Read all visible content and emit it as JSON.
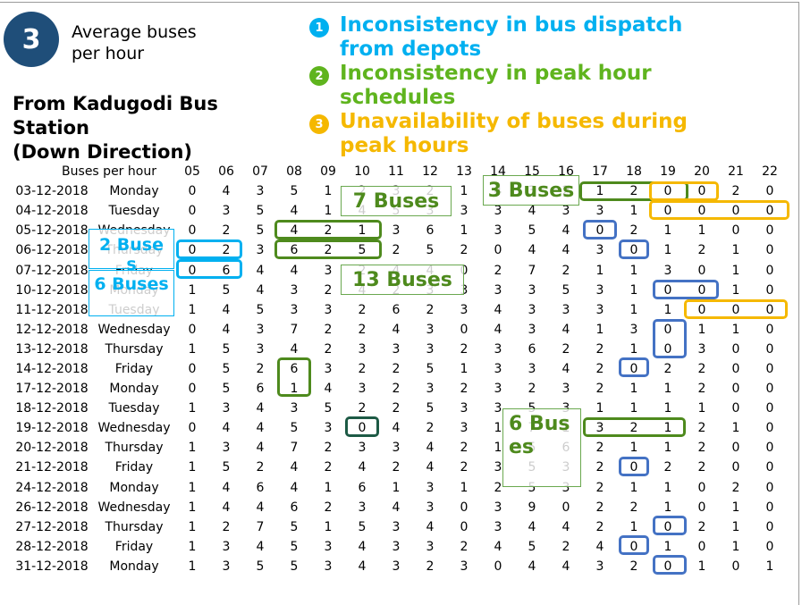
{
  "badge": {
    "number": "3"
  },
  "avg_label": {
    "line1": "Average buses",
    "line2": "per hour"
  },
  "issues": [
    {
      "num": "1",
      "line1": "Inconsistency in bus dispatch",
      "line2": "from depots",
      "color": "#00b0f0"
    },
    {
      "num": "2",
      "line1": "Inconsistency in peak hour",
      "line2": "schedules",
      "color": "#5fb41e"
    },
    {
      "num": "3",
      "line1": "Unavailability of buses during",
      "line2": "peak hours",
      "color": "#f5b800"
    }
  ],
  "title": {
    "line1": "From Kadugodi Bus",
    "line2": "Station",
    "line3": "(Down Direction)"
  },
  "table": {
    "header_label": "Buses per hour",
    "hours": [
      "05",
      "06",
      "07",
      "08",
      "09",
      "10",
      "11",
      "12",
      "13",
      "14",
      "15",
      "16",
      "17",
      "18",
      "19",
      "20",
      "21",
      "22"
    ],
    "rows": [
      {
        "date": "03-12-2018",
        "day": "Monday",
        "values": [
          "0",
          "4",
          "3",
          "5",
          "1",
          "2",
          "3",
          "2",
          "1",
          "4",
          "3",
          "2",
          "1",
          "2",
          "0",
          "0",
          "2",
          "0"
        ]
      },
      {
        "date": "04-12-2018",
        "day": "Tuesday",
        "values": [
          "0",
          "3",
          "5",
          "4",
          "1",
          "4",
          "5",
          "3",
          "3",
          "3",
          "4",
          "3",
          "3",
          "1",
          "0",
          "0",
          "0",
          "0"
        ]
      },
      {
        "date": "05-12-2018",
        "day": "Wednesday",
        "values": [
          "0",
          "2",
          "5",
          "4",
          "2",
          "1",
          "3",
          "6",
          "1",
          "3",
          "5",
          "4",
          "0",
          "2",
          "1",
          "1",
          "0",
          "0"
        ]
      },
      {
        "date": "06-12-2018",
        "day": "Thursday",
        "values": [
          "0",
          "2",
          "3",
          "6",
          "2",
          "5",
          "2",
          "5",
          "2",
          "0",
          "4",
          "4",
          "3",
          "0",
          "1",
          "2",
          "1",
          "0"
        ]
      },
      {
        "date": "07-12-2018",
        "day": "Friday",
        "values": [
          "0",
          "6",
          "4",
          "4",
          "3",
          "2",
          "4",
          "4",
          "0",
          "2",
          "7",
          "2",
          "1",
          "1",
          "3",
          "0",
          "1",
          "0"
        ]
      },
      {
        "date": "10-12-2018",
        "day": "Monday",
        "values": [
          "1",
          "5",
          "4",
          "3",
          "2",
          "4",
          "2",
          "3",
          "3",
          "3",
          "3",
          "5",
          "3",
          "1",
          "0",
          "0",
          "1",
          "0"
        ]
      },
      {
        "date": "11-12-2018",
        "day": "Tuesday",
        "values": [
          "1",
          "4",
          "5",
          "3",
          "3",
          "2",
          "6",
          "2",
          "3",
          "4",
          "3",
          "3",
          "3",
          "1",
          "1",
          "0",
          "0",
          "0"
        ]
      },
      {
        "date": "12-12-2018",
        "day": "Wednesday",
        "values": [
          "0",
          "4",
          "3",
          "7",
          "2",
          "2",
          "4",
          "3",
          "0",
          "4",
          "3",
          "4",
          "1",
          "3",
          "0",
          "1",
          "1",
          "0"
        ]
      },
      {
        "date": "13-12-2018",
        "day": "Thursday",
        "values": [
          "1",
          "5",
          "3",
          "4",
          "2",
          "3",
          "3",
          "3",
          "2",
          "3",
          "6",
          "2",
          "2",
          "1",
          "0",
          "3",
          "0",
          "0"
        ]
      },
      {
        "date": "14-12-2018",
        "day": "Friday",
        "values": [
          "0",
          "5",
          "2",
          "6",
          "3",
          "2",
          "2",
          "5",
          "1",
          "3",
          "3",
          "4",
          "2",
          "0",
          "2",
          "2",
          "0",
          "0"
        ]
      },
      {
        "date": "17-12-2018",
        "day": "Monday",
        "values": [
          "0",
          "5",
          "6",
          "1",
          "4",
          "3",
          "2",
          "3",
          "2",
          "3",
          "2",
          "3",
          "2",
          "1",
          "1",
          "2",
          "0",
          "0"
        ]
      },
      {
        "date": "18-12-2018",
        "day": "Tuesday",
        "values": [
          "1",
          "3",
          "4",
          "3",
          "5",
          "2",
          "2",
          "5",
          "3",
          "3",
          "5",
          "3",
          "1",
          "1",
          "1",
          "1",
          "0",
          "0"
        ]
      },
      {
        "date": "19-12-2018",
        "day": "Wednesday",
        "values": [
          "0",
          "4",
          "4",
          "5",
          "3",
          "0",
          "4",
          "2",
          "3",
          "1",
          "7",
          "1",
          "3",
          "2",
          "1",
          "2",
          "1",
          "0"
        ]
      },
      {
        "date": "20-12-2018",
        "day": "Thursday",
        "values": [
          "1",
          "3",
          "4",
          "7",
          "2",
          "3",
          "3",
          "4",
          "2",
          "1",
          "5",
          "6",
          "2",
          "1",
          "1",
          "2",
          "0",
          "0"
        ]
      },
      {
        "date": "21-12-2018",
        "day": "Friday",
        "values": [
          "1",
          "5",
          "2",
          "4",
          "2",
          "4",
          "2",
          "4",
          "2",
          "3",
          "5",
          "3",
          "2",
          "0",
          "2",
          "2",
          "0",
          "0"
        ]
      },
      {
        "date": "24-12-2018",
        "day": "Monday",
        "values": [
          "1",
          "4",
          "6",
          "4",
          "1",
          "6",
          "1",
          "3",
          "1",
          "2",
          "5",
          "3",
          "2",
          "1",
          "1",
          "0",
          "2",
          "0"
        ]
      },
      {
        "date": "26-12-2018",
        "day": "Wednesday",
        "values": [
          "1",
          "4",
          "4",
          "6",
          "2",
          "3",
          "4",
          "3",
          "0",
          "3",
          "9",
          "0",
          "2",
          "2",
          "1",
          "0",
          "1",
          "0"
        ]
      },
      {
        "date": "27-12-2018",
        "day": "Thursday",
        "values": [
          "1",
          "2",
          "7",
          "5",
          "1",
          "5",
          "3",
          "4",
          "0",
          "3",
          "4",
          "4",
          "2",
          "1",
          "0",
          "2",
          "1",
          "0"
        ]
      },
      {
        "date": "28-12-2018",
        "day": "Friday",
        "values": [
          "1",
          "3",
          "4",
          "5",
          "3",
          "4",
          "3",
          "3",
          "2",
          "4",
          "5",
          "2",
          "4",
          "0",
          "1",
          "0",
          "1",
          "0"
        ]
      },
      {
        "date": "31-12-2018",
        "day": "Monday",
        "values": [
          "1",
          "3",
          "5",
          "5",
          "3",
          "4",
          "3",
          "2",
          "3",
          "0",
          "4",
          "4",
          "3",
          "2",
          "0",
          "1",
          "0",
          "1"
        ]
      }
    ]
  },
  "callouts": {
    "seven": "7 Buses",
    "thirteen": "13 Buses",
    "three": "3 Buses",
    "six_right": "6 Buses",
    "two": "2 Buses",
    "six_left": "6 Buses"
  }
}
